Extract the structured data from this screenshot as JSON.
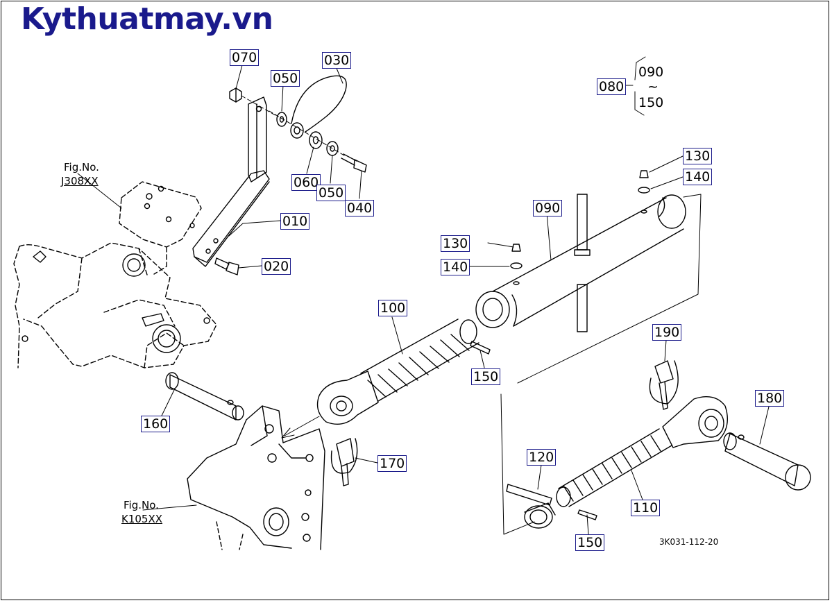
{
  "brand": "Kythuatmay.vn",
  "part_labels": {
    "p070": "070",
    "p050a": "050",
    "p030": "030",
    "p060": "060",
    "p050b": "050",
    "p040": "040",
    "p010": "010",
    "p020": "020",
    "p130a": "130",
    "p140a": "140",
    "p090": "090",
    "p130b": "130",
    "p140b": "140",
    "p100": "100",
    "p150a": "150",
    "p190": "190",
    "p160": "160",
    "p170": "170",
    "p180": "180",
    "p120": "120",
    "p110": "110",
    "p150b": "150",
    "p080": "080"
  },
  "range_note": {
    "from": "090",
    "tilde": "~",
    "to": "150"
  },
  "refs": {
    "ref1_label": "Fig.No.",
    "ref1_code": "J308XX",
    "ref2_label": "Fig.No.",
    "ref2_code": "K105XX"
  },
  "drawing_code": "3K031-112-20",
  "colors": {
    "brand": "#1a1a8c",
    "label_border": "#1b1b8a",
    "ink": "#000000"
  }
}
